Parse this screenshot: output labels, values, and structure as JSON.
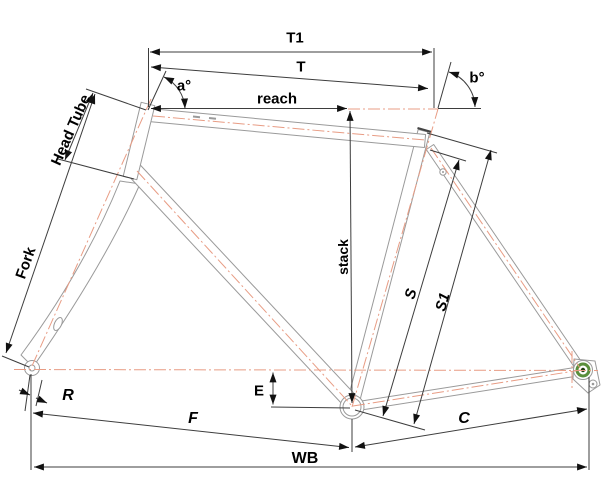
{
  "diagram": {
    "colors": {
      "outline": "#9a9a9a",
      "centerline": "#e89c84",
      "dimension": "#3d3d3d",
      "label": "#000000",
      "dropout-green": "#5a8f3c",
      "dropout-green-dark": "#22400f",
      "background": "#ffffff"
    },
    "labels": {
      "t1": "T1",
      "t": "T",
      "reach": "reach",
      "angle_a": "a°",
      "angle_b": "b°",
      "head_tube": "Head Tube",
      "fork": "Fork",
      "stack": "stack",
      "s": "S",
      "s1": "S1",
      "r": "R",
      "e": "E",
      "f": "F",
      "c": "C",
      "wb": "WB"
    }
  }
}
